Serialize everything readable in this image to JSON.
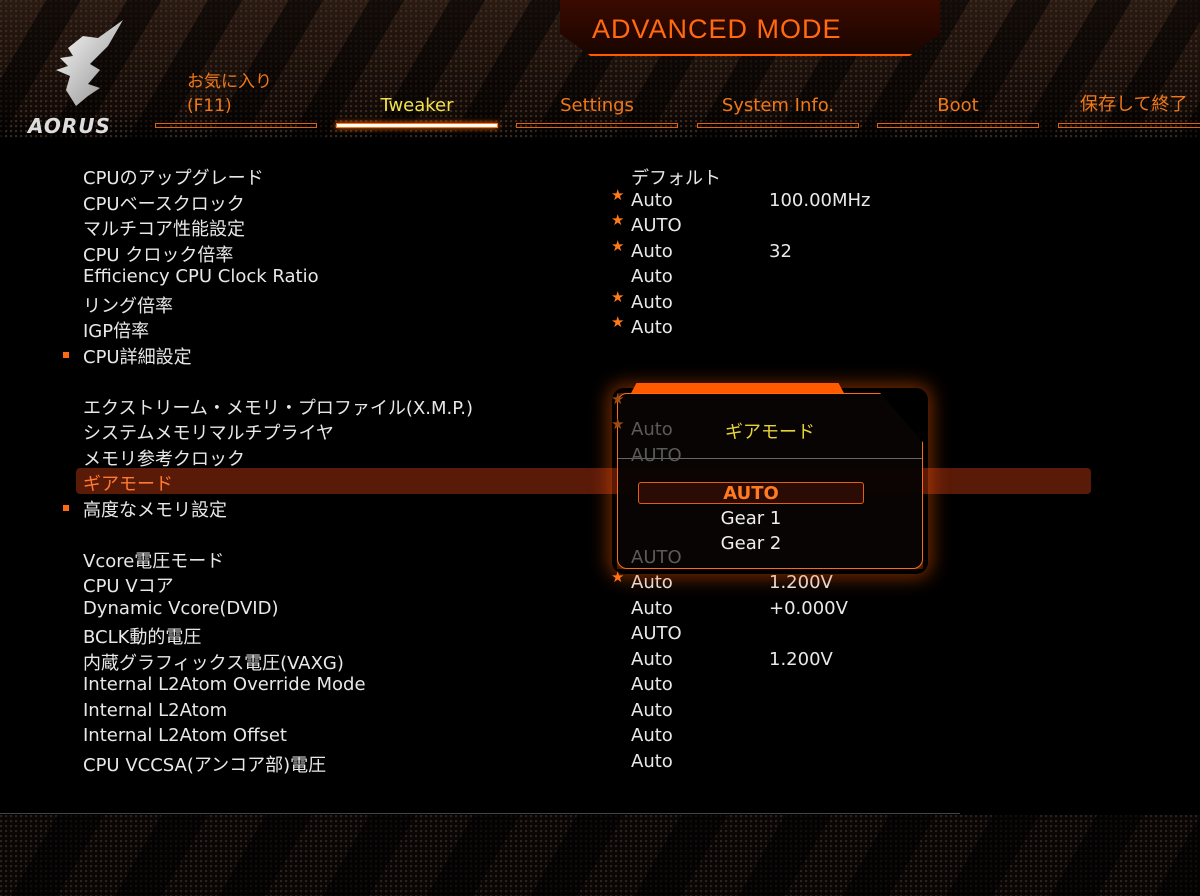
{
  "header": {
    "mode_title": "ADVANCED MODE",
    "logo_text": "AORUS"
  },
  "tabs": [
    {
      "line1": "お気に入り",
      "line2": "(F11)"
    },
    {
      "label": "Tweaker"
    },
    {
      "label": "Settings"
    },
    {
      "label": "System Info."
    },
    {
      "label": "Boot"
    },
    {
      "label": "保存して終了"
    }
  ],
  "groups": [
    [
      {
        "label": "CPUのアップグレード",
        "value": "デフォルト",
        "star": false
      },
      {
        "label": "CPUベースクロック",
        "value": "Auto",
        "extra": "100.00MHz",
        "star": true
      },
      {
        "label": "マルチコア性能設定",
        "value": "AUTO",
        "star": true
      },
      {
        "label": "CPU クロック倍率",
        "value": "Auto",
        "extra": "32",
        "star": true
      },
      {
        "label": "Efficiency CPU Clock Ratio",
        "value": "Auto",
        "star": false
      },
      {
        "label": "リング倍率",
        "value": "Auto",
        "star": true
      },
      {
        "label": "IGP倍率",
        "value": "Auto",
        "star": true
      },
      {
        "label": "CPU詳細設定",
        "submenu": true
      }
    ],
    [
      {
        "label": "エクストリーム・メモリ・プロファイル(X.M.P.)",
        "star": true
      },
      {
        "label": "システムメモリマルチプライヤ",
        "value": "Auto",
        "star": true
      },
      {
        "label": "メモリ参考クロック",
        "value": "AUTO",
        "star": false
      },
      {
        "label": "ギアモード",
        "selected": true
      },
      {
        "label": "高度なメモリ設定",
        "submenu": true
      }
    ],
    [
      {
        "label": "Vcore電圧モード",
        "value": "AUTO",
        "star": false
      },
      {
        "label": "CPU Vコア",
        "value": "Auto",
        "extra": "1.200V",
        "star": true
      },
      {
        "label": "Dynamic Vcore(DVID)",
        "value": "Auto",
        "extra": "+0.000V",
        "star": false
      },
      {
        "label": "BCLK動的電圧",
        "value": "AUTO",
        "star": false
      },
      {
        "label": "内蔵グラフィックス電圧(VAXG)",
        "value": "Auto",
        "extra": "1.200V",
        "star": false
      },
      {
        "label": "Internal L2Atom Override Mode",
        "value": "Auto",
        "star": false
      },
      {
        "label": "Internal L2Atom",
        "value": "Auto",
        "star": false
      },
      {
        "label": "Internal L2Atom Offset",
        "value": "Auto",
        "star": false
      },
      {
        "label": "CPU VCCSA(アンコア部)電圧",
        "value": "Auto",
        "star": false
      }
    ]
  ],
  "popup": {
    "title": "ギアモード",
    "options": [
      "AUTO",
      "Gear 1",
      "Gear 2"
    ],
    "selected_index": 0
  },
  "colors": {
    "accent": "#ff6a10",
    "title_yellow": "#e6d436"
  }
}
